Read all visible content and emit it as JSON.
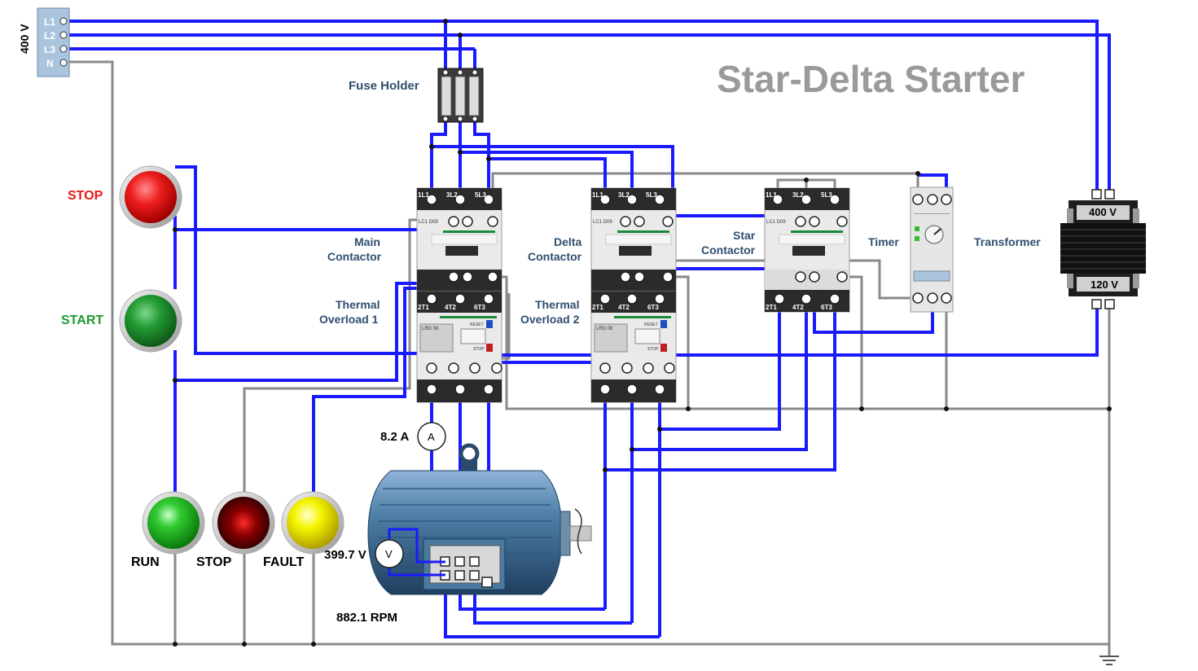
{
  "title": "Star-Delta Starter",
  "supply": {
    "voltage_label": "400 V",
    "terminals": [
      "L1",
      "L2",
      "L3",
      "N"
    ]
  },
  "components": {
    "fuse_holder": "Fuse Holder",
    "main_contactor": [
      "Main",
      "Contactor"
    ],
    "delta_contactor": [
      "Delta",
      "Contactor"
    ],
    "star_contactor": [
      "Star",
      "Contactor"
    ],
    "thermal_overload_1": [
      "Thermal",
      "Overload 1"
    ],
    "thermal_overload_2": [
      "Thermal",
      "Overload 2"
    ],
    "timer": "Timer",
    "transformer": "Transformer"
  },
  "transformer": {
    "primary": "400 V",
    "secondary": "120 V"
  },
  "buttons": {
    "stop": "STOP",
    "start": "START"
  },
  "lamps": {
    "run": "RUN",
    "stop": "STOP",
    "fault": "FAULT"
  },
  "readings": {
    "current": "8.2 A",
    "voltage": "399.7 V",
    "speed": "882.1 RPM"
  },
  "meters": {
    "ammeter": "A",
    "voltmeter": "V"
  },
  "contactor_model": "LC1 D09",
  "overload_model": "LRD 08",
  "overload_buttons": {
    "reset": "RESET",
    "stop": "STOP"
  },
  "terminal_marks": {
    "top": [
      "1L1",
      "3L2",
      "5L3"
    ],
    "bottom": [
      "2T1",
      "4T2",
      "6T3"
    ]
  },
  "colors": {
    "power_wire": "#1a1aff",
    "control_wire": "#8a8a8a",
    "title": "#9a9a9a",
    "label": "#2f4f6f",
    "stop_button": "#e81818",
    "start_button": "#1f9a2f",
    "run_lamp": "#20b020",
    "stop_lamp": "#8b0000",
    "fault_lamp": "#f0f000",
    "motor": "#3f6f98"
  }
}
